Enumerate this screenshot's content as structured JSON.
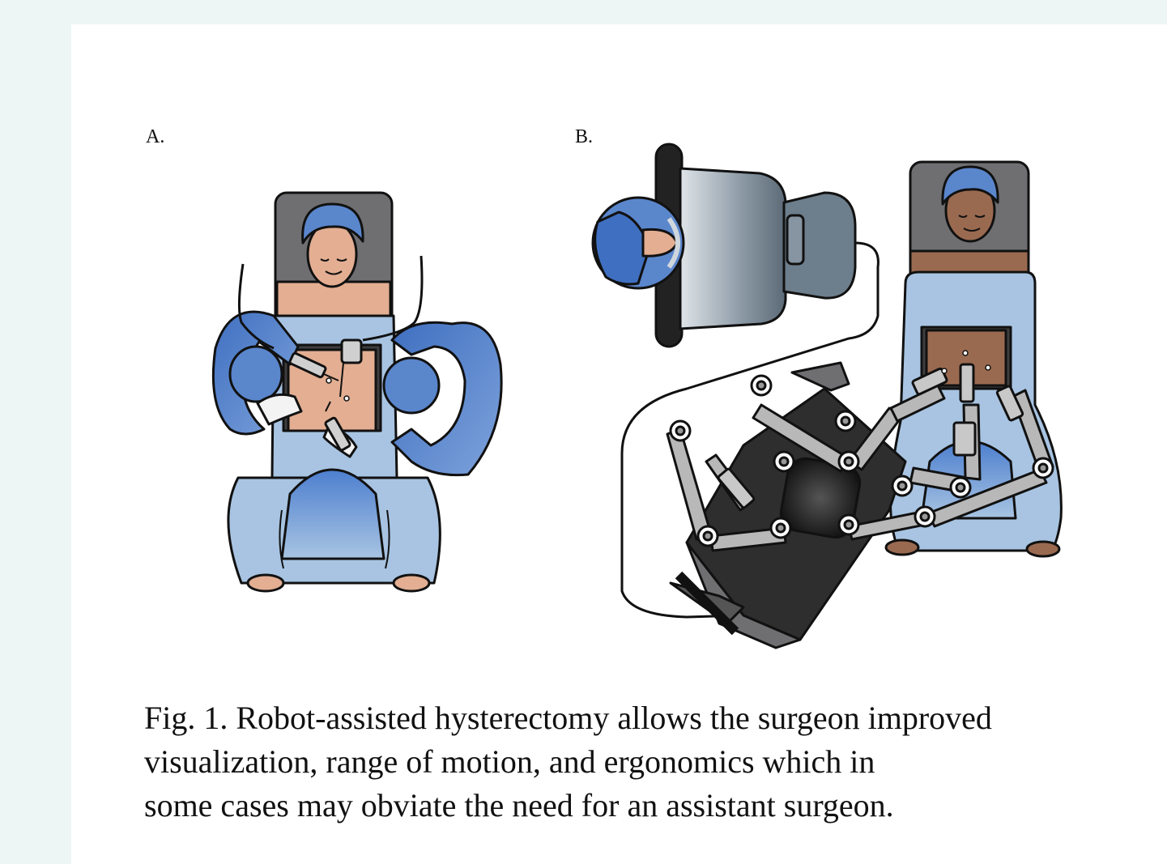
{
  "figure": {
    "panel_a_label": "A.",
    "panel_b_label": "B.",
    "caption_lines": [
      "Fig. 1. Robot-assisted hysterectomy allows the surgeon improved",
      "visualization, range of motion, and ergonomics which in",
      "some cases may obviate the need for an assistant surgeon."
    ]
  },
  "colors": {
    "page_background": "#edf5f5",
    "gown_blue": "#5a86cc",
    "drape_light_blue": "#a8c4e2",
    "skin_light": "#e3ae92",
    "skin_dark": "#9a6a50",
    "robot_dark": "#2a2a2a",
    "robot_arm_gray": "#b8b8b8",
    "console_gray": "#6d7e8c"
  }
}
